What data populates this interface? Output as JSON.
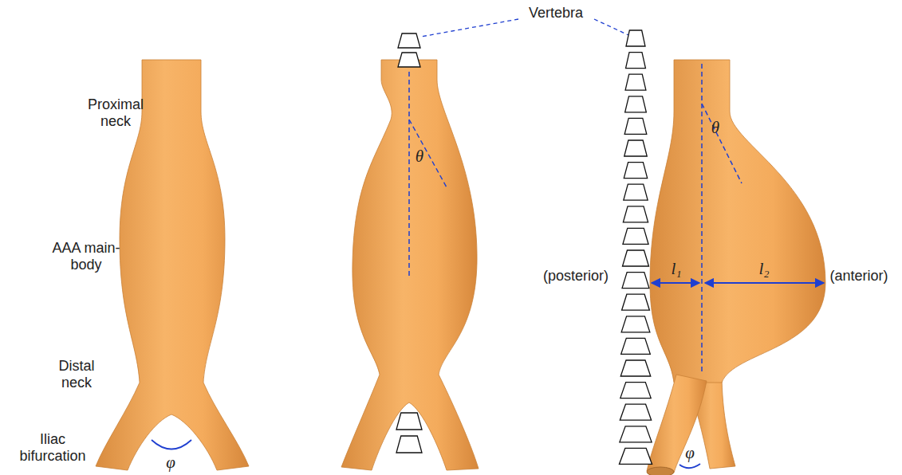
{
  "diagram": {
    "labels": [
      "Proximal neck",
      "AAA main-body",
      "Distal neck",
      "Iliac bifurcation",
      "φ",
      "Vertebra",
      "θ",
      "(posterior)",
      "l₁",
      "l₂",
      "(anterior)",
      "θ",
      "φ"
    ]
  }
}
